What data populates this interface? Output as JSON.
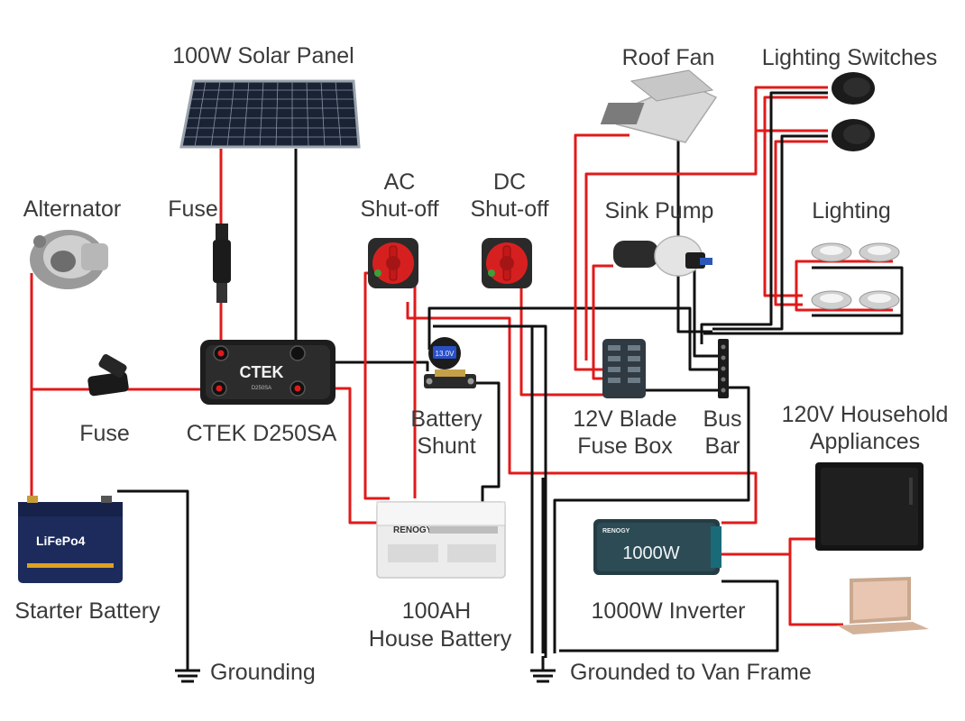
{
  "labels": {
    "solar_panel": "100W Solar Panel",
    "fuse_top": "Fuse",
    "alternator": "Alternator",
    "ac_shutoff": [
      "AC",
      "Shut-off"
    ],
    "dc_shutoff": [
      "DC",
      "Shut-off"
    ],
    "roof_fan": "Roof Fan",
    "lighting_switches": "Lighting Switches",
    "sink_pump": "Sink Pump",
    "lighting": "Lighting",
    "fuse_left": "Fuse",
    "ctek": "CTEK D250SA",
    "battery_shunt": [
      "Battery",
      "Shunt"
    ],
    "fuse_box": [
      "12V Blade",
      "Fuse Box"
    ],
    "bus_bar": [
      "Bus",
      "Bar"
    ],
    "appliances": [
      "120V Household",
      "Appliances"
    ],
    "starter_battery": "Starter Battery",
    "house_battery": [
      "100AH",
      "House Battery"
    ],
    "inverter": "1000W Inverter",
    "grounding": "Grounding",
    "grounded_van": "Grounded to Van Frame"
  },
  "device_text": {
    "ctek_logo": "CTEK",
    "ctek_model": "D250SA",
    "renogy_brand": "RENOGY",
    "inverter_brand": "RENOGY",
    "inverter_rating": "1000W",
    "lifepo4": "LiFePo4",
    "shunt_display": "13.0V"
  },
  "colors": {
    "positive_wire": "#e01a1a",
    "negative_wire": "#111111"
  }
}
